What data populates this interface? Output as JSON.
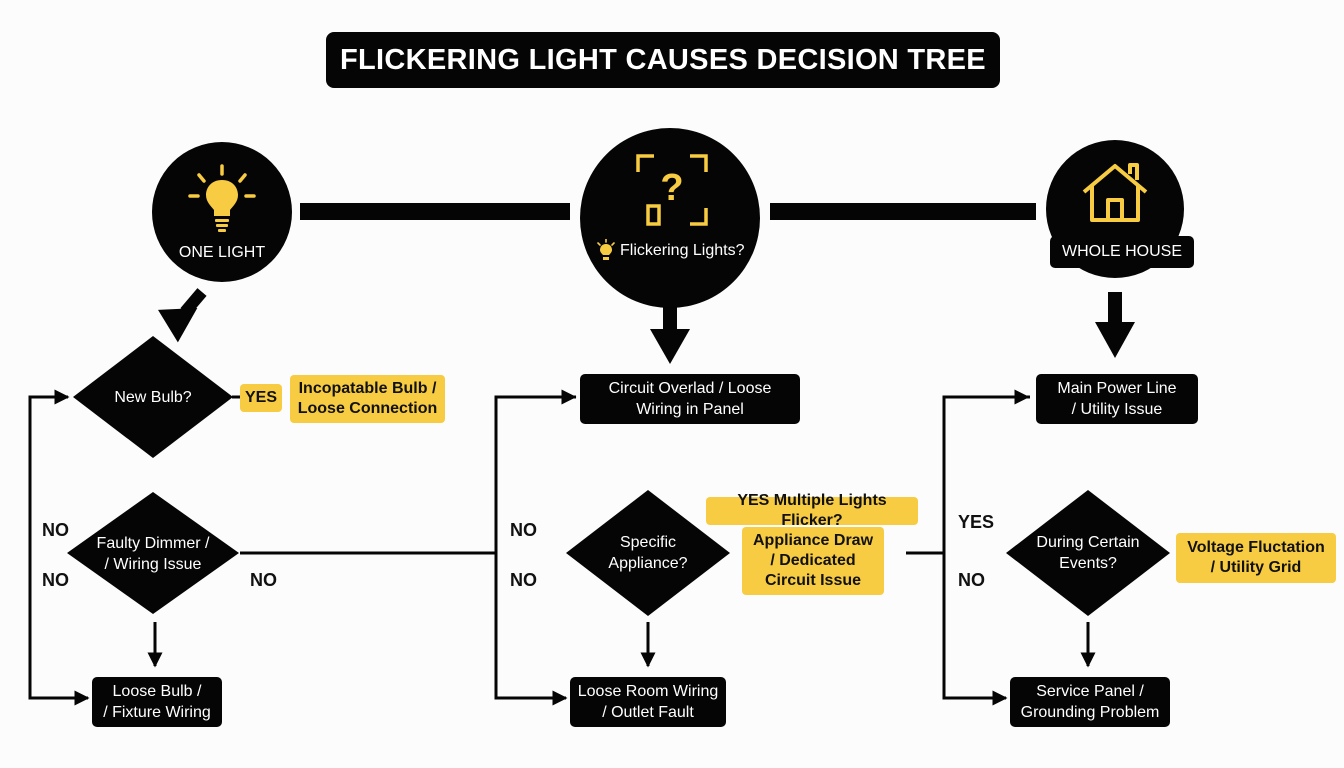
{
  "title": "FLICKERING LIGHT CAUSES DECISION TREE",
  "colors": {
    "ink": "#050505",
    "accent": "#f8cc42",
    "background": "#fcfcfc"
  },
  "top": {
    "left": {
      "label": "ONE LIGHT",
      "icon": "light-bulb-icon"
    },
    "center": {
      "label": "Flickering Lights?",
      "icon": "question-frame-icon",
      "small_icon": "small-bulb-icon"
    },
    "right": {
      "label": "WHOLE HOUSE",
      "icon": "house-icon"
    }
  },
  "left_branch": {
    "q1": "New Bulb?",
    "yes1": "YES",
    "result1": [
      "Incopatable Bulb /",
      "Loose Connection"
    ],
    "no_a": "NO",
    "no_b": "NO",
    "no_c": "NO",
    "q2": [
      "Faulty Dimmer /",
      "/ Wiring Issue"
    ],
    "result2": [
      "Loose Bulb /",
      "/ Fixture Wiring"
    ]
  },
  "center_branch": {
    "result_top": [
      "Circuit Overlad / Loose",
      "Wiring in Panel"
    ],
    "no_a": "NO",
    "no_b": "NO",
    "q": [
      "Specific",
      "Appliance?"
    ],
    "yes_note": "YES Multiple Lights Flicker?",
    "result_yes": [
      "Appliance Draw",
      "/ Dedicated",
      "Circuit Issue"
    ],
    "result_bottom": [
      "Loose Room Wiring",
      "/ Outlet Fault"
    ]
  },
  "right_branch": {
    "result_top": [
      "Main Power Line",
      "/ Utility Issue"
    ],
    "yes": "YES",
    "no": "NO",
    "q": [
      "During Certain",
      "Events?"
    ],
    "result_yes": [
      "Voltage Fluctation",
      "/ Utility Grid"
    ],
    "result_bottom": [
      "Service Panel /",
      "Grounding Problem"
    ]
  }
}
